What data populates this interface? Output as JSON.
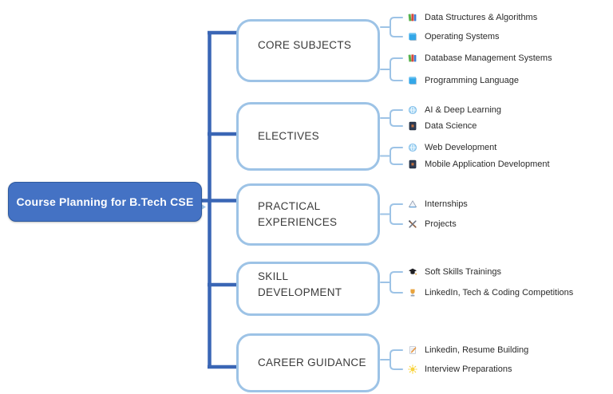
{
  "root": {
    "label": "Course Planning for B.Tech CSE"
  },
  "colors": {
    "root_fill": "#4472C4",
    "root_border": "#2E5A9E",
    "trunk_blue": "#3A66B5",
    "branch_border_blue": "#9DC3E6",
    "connector_light_blue": "#9DC3E6",
    "text_dark": "#3A3A3A"
  },
  "branches": [
    {
      "label": "CORE SUBJECTS",
      "leaves": [
        {
          "label": "Data Structures & Algorithms",
          "icon": "books-icon"
        },
        {
          "label": "Operating Systems",
          "icon": "blue-book-icon"
        },
        {
          "label": "Database Management  Systems",
          "icon": "books-icon"
        },
        {
          "label": "Programming Language",
          "icon": "blue-book-icon"
        }
      ]
    },
    {
      "label": "ELECTIVES",
      "leaves": [
        {
          "label": "AI & Deep Learning",
          "icon": "globe-icon"
        },
        {
          "label": "Data Science",
          "icon": "dark-book-icon"
        },
        {
          "label": "Web Development",
          "icon": "globe-icon"
        },
        {
          "label": "Mobile Application Development",
          "icon": "dark-book-icon"
        }
      ]
    },
    {
      "label": "PRACTICAL EXPERIENCES",
      "leaves": [
        {
          "label": "Internships",
          "icon": "funnel-icon"
        },
        {
          "label": "Projects",
          "icon": "tools-icon"
        }
      ]
    },
    {
      "label": "SKILL DEVELOPMENT",
      "leaves": [
        {
          "label": "Soft Skills Trainings",
          "icon": "graduation-cap-icon"
        },
        {
          "label": "LinkedIn, Tech & Coding Competitions",
          "icon": "trophy-icon"
        }
      ]
    },
    {
      "label": "CAREER GUIDANCE",
      "leaves": [
        {
          "label": "Linkedin, Resume Building",
          "icon": "resume-pencil-icon"
        },
        {
          "label": "Interview Preparations",
          "icon": "bulb-glow-icon"
        }
      ]
    }
  ]
}
